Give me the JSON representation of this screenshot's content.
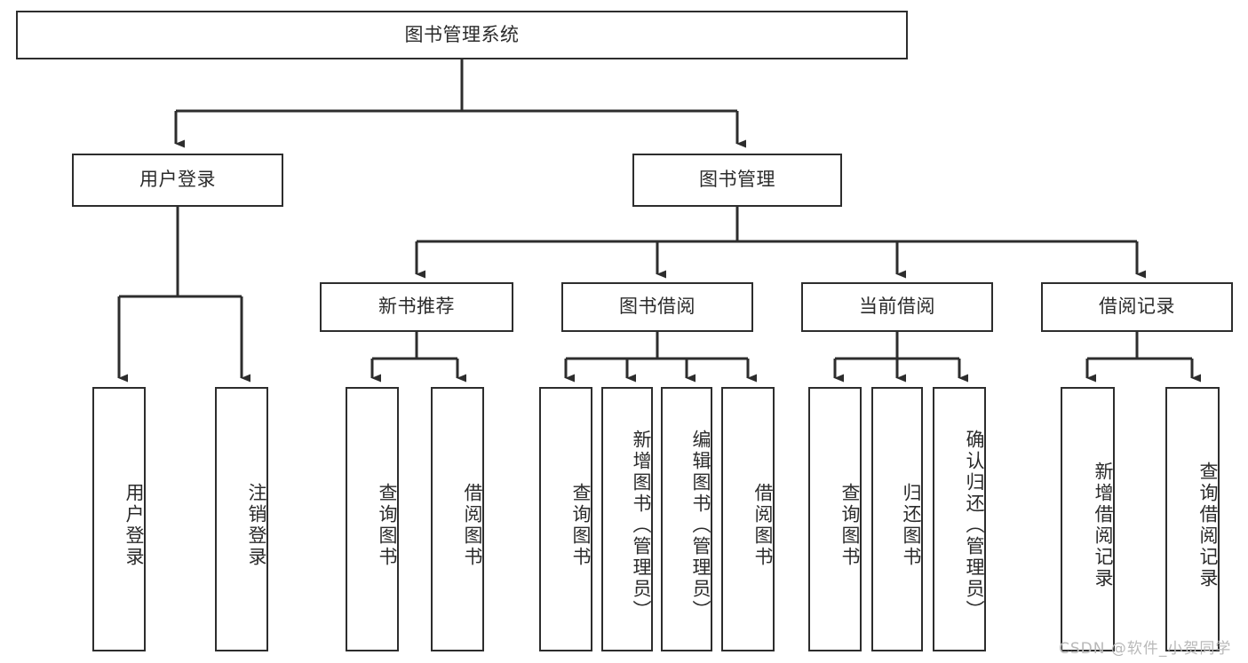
{
  "diagram": {
    "title": "图书管理系统",
    "watermark": "CSDN @软件_小贺同学",
    "colors": {
      "border": "#2d2d2d",
      "text": "#2b2b2b",
      "background": "#ffffff",
      "watermark": "#b9b9b9"
    },
    "root": {
      "label": "图书管理系统"
    },
    "level2": [
      {
        "label": "用户登录"
      },
      {
        "label": "图书管理"
      }
    ],
    "level3": [
      {
        "label": "新书推荐"
      },
      {
        "label": "图书借阅"
      },
      {
        "label": "当前借阅"
      },
      {
        "label": "借阅记录"
      }
    ],
    "leaves": {
      "user_login": [
        {
          "label": "用户登录"
        },
        {
          "label": "注销登录"
        }
      ],
      "new_book_recommend": [
        {
          "label": "查询图书"
        },
        {
          "label": "借阅图书"
        }
      ],
      "book_borrow": [
        {
          "label": "查询图书"
        },
        {
          "label": "新增图书（管理员）"
        },
        {
          "label": "编辑图书（管理员）"
        },
        {
          "label": "借阅图书"
        }
      ],
      "current_borrow": [
        {
          "label": "查询图书"
        },
        {
          "label": "归还图书"
        },
        {
          "label": "确认归还（管理员）"
        }
      ],
      "borrow_record": [
        {
          "label": "新增借阅记录"
        },
        {
          "label": "查询借阅记录"
        }
      ]
    }
  }
}
